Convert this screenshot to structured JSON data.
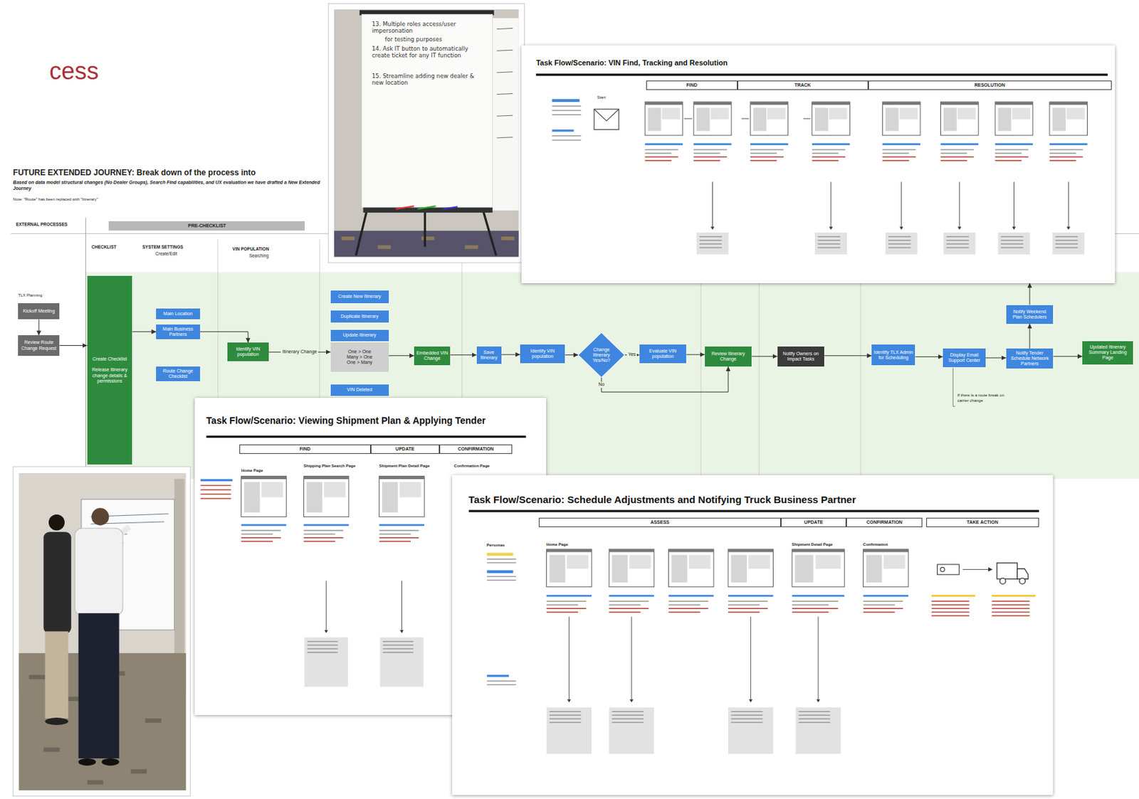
{
  "diagram": {
    "title": "cess",
    "nodes": [
      {
        "text": [
          "Kickoff Meeting"
        ]
      },
      {
        "text": [
          "Review Route Change Request"
        ]
      },
      {
        "text": [
          "Create Checklist",
          "Release Itinerary change details & permissions"
        ]
      },
      {
        "text": [
          "Main Location"
        ]
      },
      {
        "text": [
          "Main Business Partners"
        ]
      },
      {
        "text": [
          "Route Change Checklist"
        ]
      },
      {
        "text": [
          "Identify VIN population"
        ]
      },
      {
        "text": [
          "Create New Itinerary"
        ]
      },
      {
        "text": [
          "Duplicate Itinerary"
        ]
      },
      {
        "text": [
          "Update Itinerary"
        ]
      },
      {
        "text": [
          "One > One",
          "Many > One",
          "One > Many"
        ]
      },
      {
        "text": [
          "VIN Deleted"
        ]
      },
      {
        "text": [
          "Embedded VIN Change"
        ]
      },
      {
        "text": [
          "Save Itinerary"
        ]
      },
      {
        "text": [
          "Identify VIN population"
        ]
      },
      {
        "text": [
          "Change Itinerary Yes/No?"
        ]
      },
      {
        "text": [
          "Evaluate VIN population"
        ]
      },
      {
        "text": [
          "Review Itinerary Change"
        ]
      },
      {
        "text": [
          "Notify Owners on Impact Tasks"
        ]
      },
      {
        "text": [
          "Identify TLX Admin for Scheduling"
        ]
      },
      {
        "text": [
          "Display Email Support Center"
        ]
      },
      {
        "text": [
          "Notify Tender Schedule Network Partners"
        ]
      },
      {
        "text": [
          "Notify Weekend Plan Schedulers"
        ]
      },
      {
        "text": [
          "Updated Itinerary Summary Landing Page"
        ]
      },
      {
        "text": [
          "PRE-CHECKLIST"
        ]
      },
      {
        "text": [
          "Task Flow/Scenario: VIN Find, Tracking and Resolution"
        ]
      },
      {
        "text": [
          "FIND"
        ],
        "in": 25
      },
      {
        "text": [
          "TRACK"
        ],
        "in": 25
      },
      {
        "text": [
          "RESOLUTION"
        ],
        "in": 25
      },
      {
        "text": [
          "Task Flow/Scenario: Viewing Shipment Plan & Applying Tender"
        ]
      },
      {
        "text": [
          "FIND"
        ],
        "in": 29
      },
      {
        "text": [
          "UPDATE"
        ],
        "in": 29
      },
      {
        "text": [
          "CONFIRMATION"
        ],
        "in": 29
      },
      {
        "text": [
          "Task Flow/Scenario: Schedule Adjustments and Notifying Truck Business Partner"
        ]
      },
      {
        "text": [
          "ASSESS"
        ],
        "in": 33
      },
      {
        "text": [
          "UPDATE"
        ],
        "in": 33
      },
      {
        "text": [
          "CONFIRMATION"
        ],
        "in": 33
      },
      {
        "text": [
          "TAKE ACTION"
        ],
        "in": 33
      }
    ],
    "edges": [
      {
        "from": 0,
        "to": 1,
        "arrow": "to"
      },
      {
        "from": 1,
        "to": 2,
        "arrow": "to"
      },
      {
        "from": 2,
        "to": 4,
        "arrow": "to"
      },
      {
        "from": 4,
        "to": 6,
        "arrow": "to"
      },
      {
        "from": 6,
        "to": 10,
        "label": "Itinerary Change",
        "arrow": "to"
      },
      {
        "from": 10,
        "to": 12,
        "arrow": "to"
      },
      {
        "from": 12,
        "to": 13,
        "arrow": "to"
      },
      {
        "from": 13,
        "to": 14,
        "arrow": "to"
      },
      {
        "from": 14,
        "to": 15,
        "arrow": "to"
      },
      {
        "from": 15,
        "to": 16,
        "label": "Yes",
        "arrow": "to"
      },
      {
        "from": 15,
        "to": 17,
        "label": "No",
        "arrow": "to"
      },
      {
        "from": 16,
        "to": 17,
        "arrow": "to"
      },
      {
        "from": 17,
        "to": 18,
        "arrow": "to"
      },
      {
        "from": 18,
        "to": 19,
        "arrow": "to"
      },
      {
        "from": 19,
        "to": 20,
        "arrow": "to"
      },
      {
        "from": 20,
        "to": 21,
        "arrow": "to"
      },
      {
        "from": 21,
        "to": 23,
        "arrow": "to"
      },
      {
        "from": 21,
        "to": 22,
        "arrow": "to"
      },
      {
        "from": 22,
        "to": 25,
        "arrow": "to"
      }
    ],
    "labels": [
      "FUTURE EXTENDED JOURNEY: Break down of the process into",
      "Based on data model structural changes (No Dealer Groups), Search Find capabilities, and UX evaluation we have drafted a New Extended Journey",
      "Note: \"Route\" has been replaced with \"Itinerary\"",
      "EXTERNAL PROCESSES",
      "CHECKLIST",
      "SYSTEM SETTINGS",
      "Create/Edit",
      "VIN POPULATION",
      "Searching",
      "TLX Planning",
      "If there is a route break on carrier change",
      "13. Multiple roles access/user impersonation",
      "for testing purposes",
      "14. Ask IT button to automatically create ticket for any IT function",
      "15. Streamline adding new dealer & new location",
      "Start",
      "Home Page",
      "Shipping Plan Search Page",
      "Shipment Plan Detail Page",
      "Confirmation Page",
      "Personas",
      "Home Page",
      "Shipment Detail Page",
      "Confirmation"
    ]
  }
}
